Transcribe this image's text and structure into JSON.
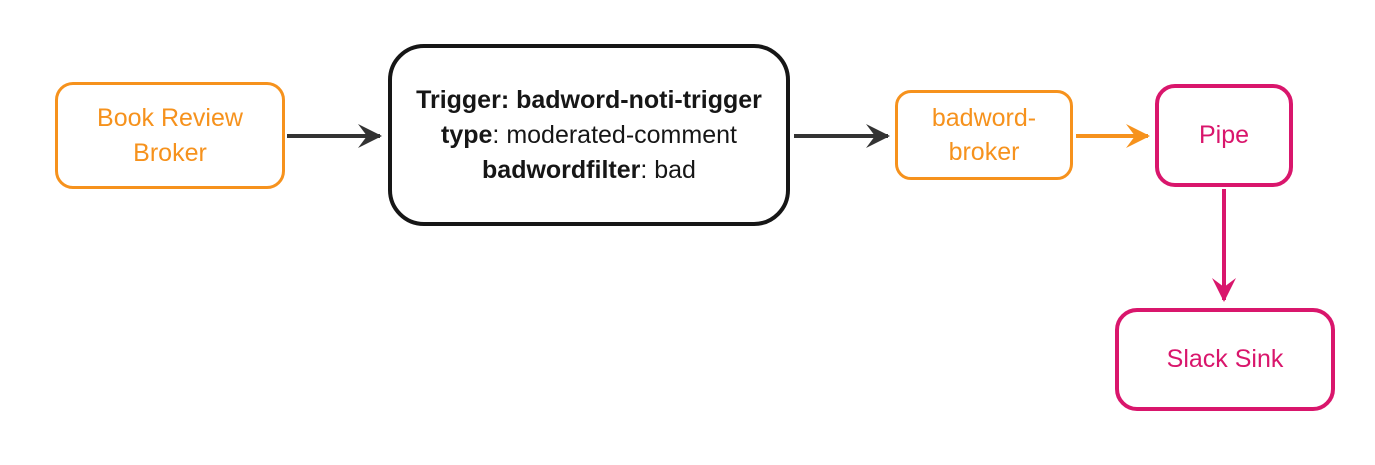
{
  "colors": {
    "orange": "#F6921D",
    "pink": "#D9166C",
    "ink": "#161616",
    "edge": "#333333"
  },
  "nodes": {
    "book_review_broker": {
      "label": "Book Review Broker",
      "color": "#F6921D"
    },
    "trigger": {
      "line1_bold": "Trigger: badword-noti-trigger",
      "line2_bold": "type",
      "line2_rest": ": moderated-comment",
      "line3_bold": "badwordfilter",
      "line3_rest": ": bad",
      "color": "#161616"
    },
    "badword_broker": {
      "label": "badword-broker",
      "color": "#F6921D"
    },
    "pipe": {
      "label": "Pipe",
      "color": "#D9166C"
    },
    "slack_sink": {
      "label": "Slack Sink",
      "color": "#D9166C"
    }
  },
  "edges": [
    {
      "from": "book_review_broker",
      "to": "trigger",
      "color": "#333333"
    },
    {
      "from": "trigger",
      "to": "badword_broker",
      "color": "#333333"
    },
    {
      "from": "badword_broker",
      "to": "pipe",
      "color": "#F6921D"
    },
    {
      "from": "pipe",
      "to": "slack_sink",
      "color": "#D9166C"
    }
  ]
}
